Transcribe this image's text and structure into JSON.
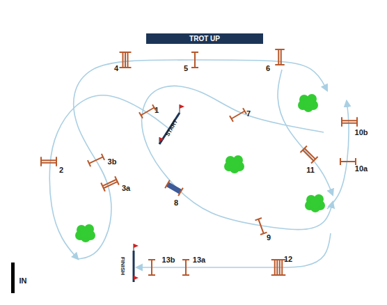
{
  "diagram": {
    "nodes": [
      {
        "text": [
          "TROT UP"
        ]
      }
    ],
    "labels": [
      "START",
      "1",
      "2",
      "3a",
      "3b",
      "4",
      "5",
      "6",
      "7",
      "8",
      "9",
      "10a",
      "10b",
      "11",
      "12",
      "13a",
      "13b",
      "FINISH",
      "IN"
    ]
  }
}
